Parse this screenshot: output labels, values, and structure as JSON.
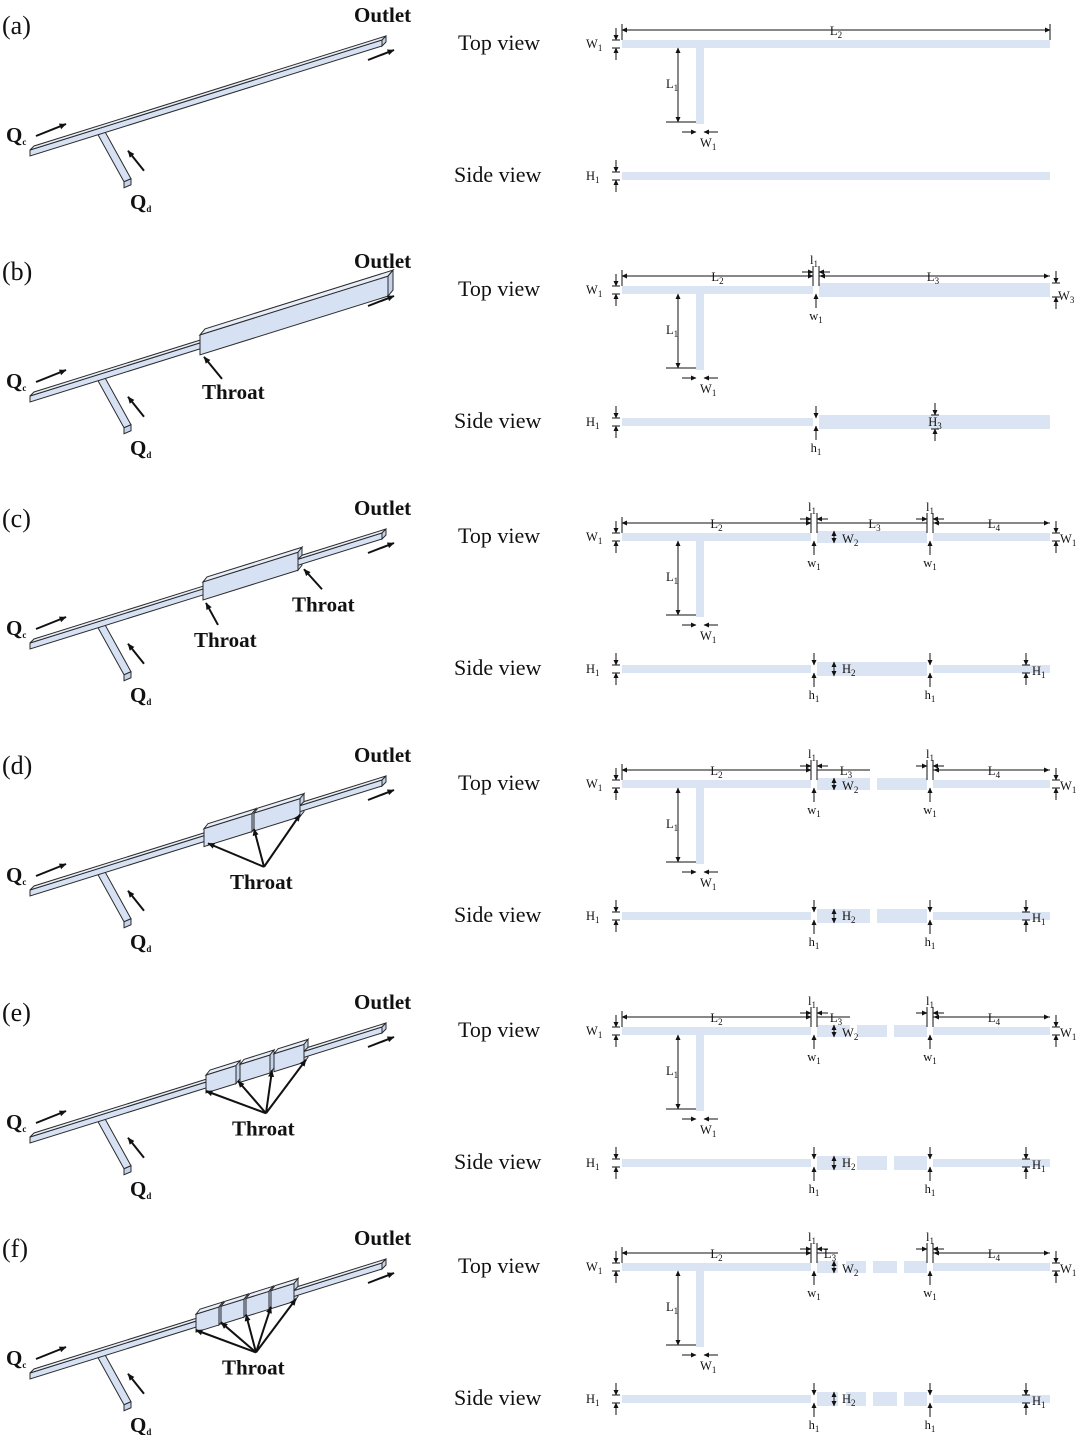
{
  "labels": {
    "outlet": "Outlet",
    "throat": "Throat",
    "qc": "Q",
    "qc_sub": "c",
    "qd": "Q",
    "qd_sub": "d",
    "top_view": "Top view",
    "side_view": "Side view"
  },
  "panels": [
    {
      "id": "a",
      "label": "(a)",
      "throats": 0
    },
    {
      "id": "b",
      "label": "(b)",
      "throats": 1
    },
    {
      "id": "c",
      "label": "(c)",
      "throats": 2
    },
    {
      "id": "d",
      "label": "(d)",
      "throats": 3
    },
    {
      "id": "e",
      "label": "(e)",
      "throats": 4
    },
    {
      "id": "f",
      "label": "(f)",
      "throats": 5
    }
  ],
  "dimensions": {
    "W1": [
      "W",
      "1"
    ],
    "W2": [
      "W",
      "2"
    ],
    "W3": [
      "W",
      "3"
    ],
    "w1": [
      "w",
      "1"
    ],
    "L1": [
      "L",
      "1"
    ],
    "L2": [
      "L",
      "2"
    ],
    "L3": [
      "L",
      "3"
    ],
    "L4": [
      "L",
      "4"
    ],
    "l1": [
      "l",
      "1"
    ],
    "H1": [
      "H",
      "1"
    ],
    "H2": [
      "H",
      "2"
    ],
    "H3": [
      "H",
      "3"
    ],
    "h1": [
      "h",
      "1"
    ]
  },
  "colors": {
    "channel": "#dbe4f2",
    "box_front": "#d6e2f3",
    "box_top": "#e7eef9",
    "line": "#111111"
  }
}
